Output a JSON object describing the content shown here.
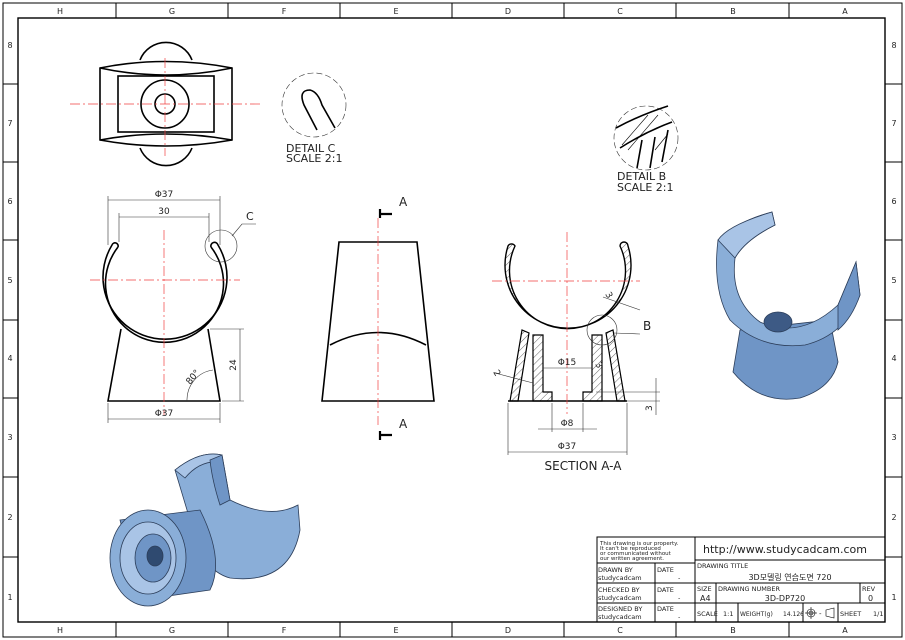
{
  "zones": {
    "columns": [
      "H",
      "G",
      "F",
      "E",
      "D",
      "C",
      "B",
      "A"
    ],
    "rows": [
      "8",
      "7",
      "6",
      "5",
      "4",
      "3",
      "2",
      "1"
    ]
  },
  "views": {
    "front": {
      "dim_outer_top": "Φ37",
      "dim_inner_top": "30",
      "detail_callout": "C",
      "dim_height": "24",
      "dim_angle": "80°",
      "dim_bottom": "Φ37"
    },
    "side": {
      "section_label_top": "A",
      "section_label_bottom": "A"
    },
    "section": {
      "dim_wall": "3",
      "detail_callout": "B",
      "dim_thickness_left": "2",
      "dim_bore": "Φ15",
      "dim_rib": "3",
      "dim_base": "3",
      "dim_hole": "Φ8",
      "dim_bottom": "Φ37",
      "title": "SECTION A-A"
    },
    "detail_c": {
      "title": "DETAIL C",
      "scale": "SCALE 2:1"
    },
    "detail_b": {
      "title": "DETAIL B",
      "scale": "SCALE 2:1"
    }
  },
  "title_block": {
    "disclaimer": [
      "This drawing is our property.",
      "It can't be reproduced",
      "or communicated without",
      "our written agreement."
    ],
    "url": "http://www.studycadcam.com",
    "drawn_by_label": "DRAWN BY",
    "drawn_by": "studycadcam",
    "checked_by_label": "CHECKED BY",
    "checked_by": "studycadcam",
    "designed_by_label": "DESIGNED BY",
    "designed_by": "studycadcam",
    "date_label": "DATE",
    "date_value": "-",
    "drawing_title_label": "DRAWING TITLE",
    "drawing_title": "3D모델링 연습도면 720",
    "size_label": "SIZE",
    "size": "A4",
    "drawing_number_label": "DRAWING NUMBER",
    "drawing_number": "3D-DP720",
    "rev_label": "REV",
    "rev": "0",
    "scale_label": "SCALE",
    "scale": "1:1",
    "weight_label": "WEIGHT(g)",
    "weight": "14.126",
    "projection_symbol": "-",
    "sheet_label": "SHEET",
    "sheet": "1/1"
  },
  "colors": {
    "centerline": "#f04040",
    "model_fill": "#8aaed8"
  }
}
